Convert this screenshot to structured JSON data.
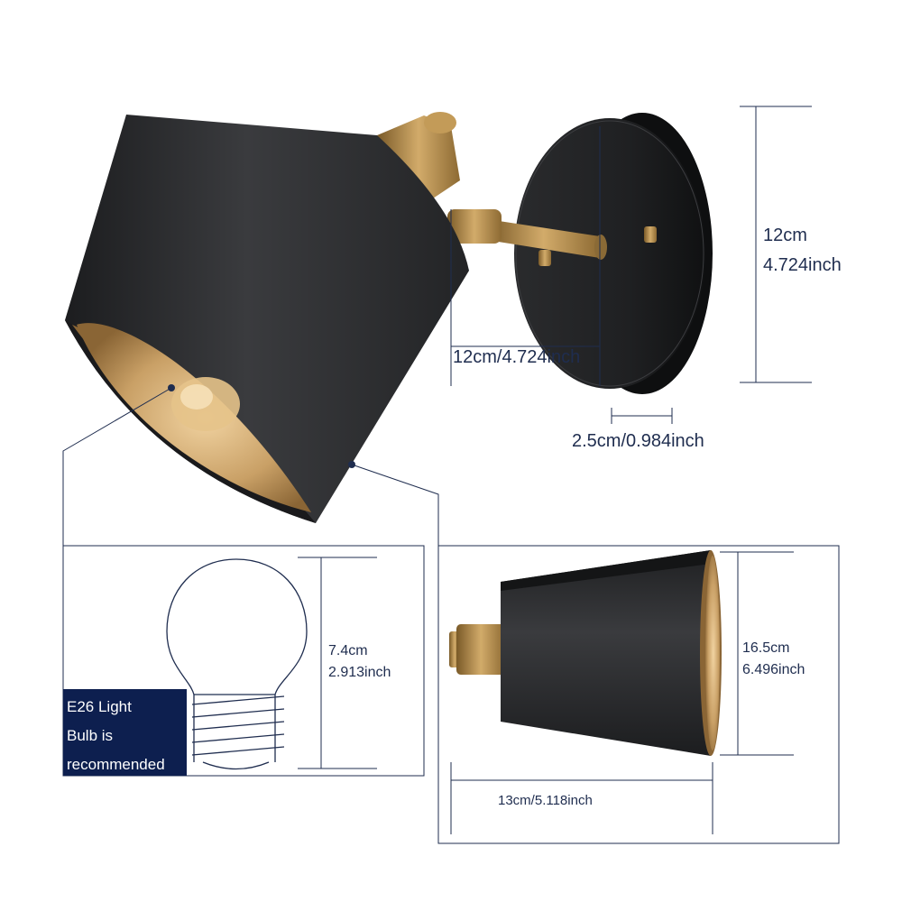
{
  "dimensions": {
    "plate_height_cm": "12cm",
    "plate_height_in": "4.724inch",
    "plate_width": "12cm/4.724inch",
    "plate_depth": "2.5cm/0.984inch",
    "bulb_height_cm": "7.4cm",
    "bulb_height_in": "2.913inch",
    "shade_height_cm": "16.5cm",
    "shade_height_in": "6.496inch",
    "shade_length": "13cm/5.118inch"
  },
  "badge": {
    "line1": "E26 Light",
    "line2": "Bulb is",
    "line3": "recommended"
  },
  "colors": {
    "shade_black": "#2b2c2e",
    "brass": "#b08a4a",
    "interior_gold": "#c9a066",
    "line_navy": "#1f2d4f",
    "badge_bg": "#0d1f4f"
  }
}
